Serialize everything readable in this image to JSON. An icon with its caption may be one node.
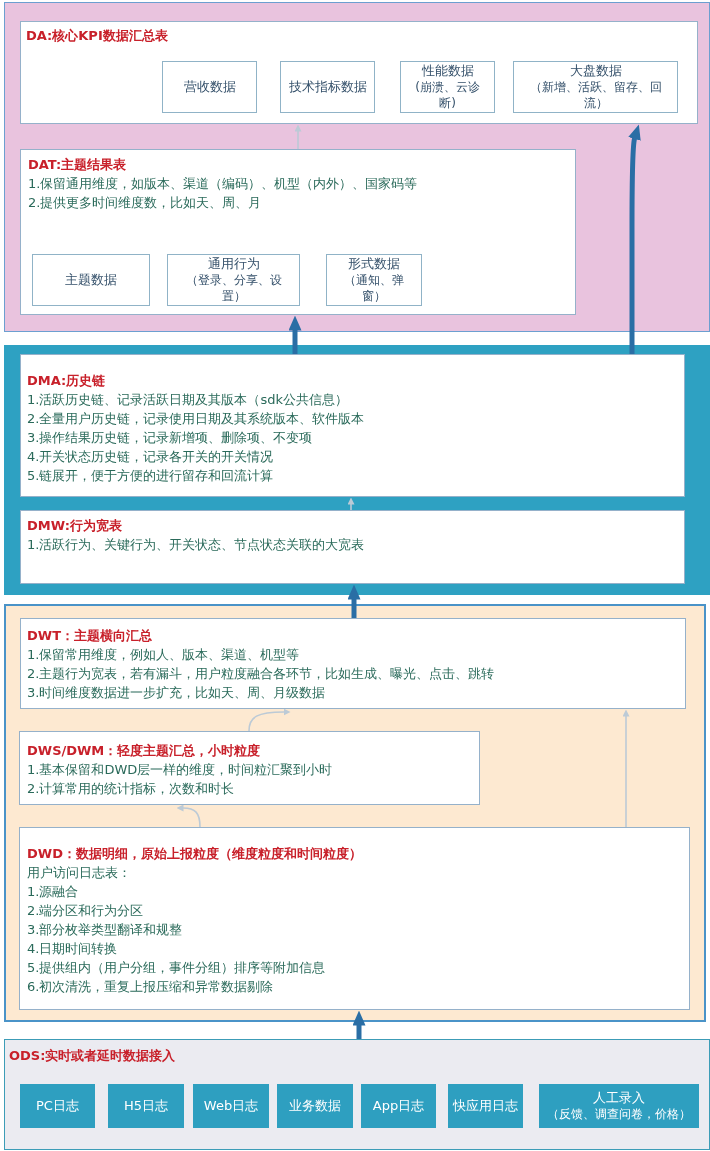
{
  "diagram": {
    "nodes": [
      {
        "text": [],
        "shape": "box"
      },
      {
        "text": [
          "DA:核心KPI数据汇总表"
        ],
        "in": 0
      },
      {
        "text": [
          "营收数据"
        ],
        "in": 1
      },
      {
        "text": [
          "技术指标数据"
        ],
        "in": 1
      },
      {
        "text": [
          "性能数据",
          "(崩溃、云诊断)"
        ],
        "in": 1
      },
      {
        "text": [
          "大盘数据",
          "（新增、活跃、留存、回流）"
        ],
        "in": 1
      },
      {
        "text": [
          "DAT:主题结果表",
          "1.保留通用维度，如版本、渠道（编码）、机型（内外）、国家码等",
          "2.提供更多时间维度数，比如天、周、月"
        ],
        "in": 0
      },
      {
        "text": [
          "主题数据"
        ],
        "in": 6
      },
      {
        "text": [
          "通用行为",
          "（登录、分享、设置）"
        ],
        "in": 6
      },
      {
        "text": [
          "形式数据",
          "（通知、弹窗）"
        ],
        "in": 6
      },
      {
        "text": [],
        "shape": "box"
      },
      {
        "text": [
          "DMA:历史链",
          "1.活跃历史链、记录活跃日期及其版本（sdk公共信息）",
          "2.全量用户历史链，记录使用日期及其系统版本、软件版本",
          "3.操作结果历史链，记录新增项、删除项、不变项",
          "4.开关状态历史链，记录各开关的开关情况",
          "5.链展开，便于方便的进行留存和回流计算"
        ],
        "in": 10
      },
      {
        "text": [
          "DMW:行为宽表",
          "1.活跃行为、关键行为、开关状态、节点状态关联的大宽表"
        ],
        "in": 10
      },
      {
        "text": [],
        "shape": "box"
      },
      {
        "text": [
          "DWT：主题横向汇总",
          "1.保留常用维度，例如人、版本、渠道、机型等",
          "2.主题行为宽表，若有漏斗，用户粒度融合各环节，比如生成、曝光、点击、跳转",
          "3.时间维度数据进一步扩充，比如天、周、月级数据"
        ],
        "in": 13
      },
      {
        "text": [
          "DWS/DWM：轻度主题汇总，小时粒度",
          "1.基本保留和DWD层一样的维度，时间粒汇聚到小时",
          "2.计算常用的统计指标，次数和时长"
        ],
        "in": 13
      },
      {
        "text": [
          "DWD：数据明细，原始上报粒度（维度粒度和时间粒度）",
          "用户访问日志表：",
          "1.源融合",
          "2.端分区和行为分区",
          "3.部分枚举类型翻译和规整",
          "4.日期时间转换",
          "5.提供组内（用户分组，事件分组）排序等附加信息",
          "6.初次清洗，重复上报压缩和异常数据剔除"
        ],
        "in": 13
      },
      {
        "text": [
          "ODS:实时或者延时数据接入"
        ]
      },
      {
        "text": [
          "PC日志"
        ],
        "in": 17
      },
      {
        "text": [
          "H5日志"
        ],
        "in": 17
      },
      {
        "text": [
          "Web日志"
        ],
        "in": 17
      },
      {
        "text": [
          "业务数据"
        ],
        "in": 17
      },
      {
        "text": [
          "App日志"
        ],
        "in": 17
      },
      {
        "text": [
          "快应用日志"
        ],
        "in": 17
      },
      {
        "text": [
          "人工录入",
          "（反馈、调查问卷，价格）"
        ],
        "in": 17
      }
    ],
    "edges": [
      {
        "from": 6,
        "to": 1,
        "arrow": "to"
      },
      {
        "from": 11,
        "to": 6,
        "arrow": "to",
        "style": "thick",
        "color": "#2a6ea5"
      },
      {
        "from": 11,
        "to": 1,
        "arrow": "to",
        "style": "thick",
        "color": "#2a6ea5"
      },
      {
        "from": 12,
        "to": 11,
        "arrow": "to"
      },
      {
        "from": 14,
        "to": 12,
        "arrow": "to",
        "style": "thick",
        "color": "#2a6ea5"
      },
      {
        "from": 15,
        "to": 14,
        "arrow": "to"
      },
      {
        "from": 16,
        "to": 14,
        "arrow": "to"
      },
      {
        "from": 16,
        "to": 15,
        "arrow": "to"
      },
      {
        "from": 17,
        "to": 16,
        "arrow": "to",
        "style": "thick",
        "color": "#2a6ea5"
      }
    ]
  }
}
